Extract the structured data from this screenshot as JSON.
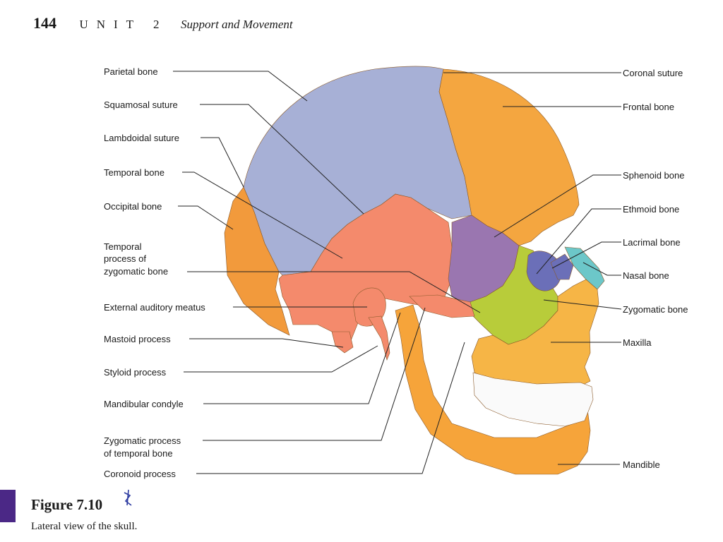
{
  "header": {
    "page_number": "144",
    "unit_label": "UNIT 2",
    "unit_title": "Support and Movement"
  },
  "labels_left": {
    "parietal_bone": "Parietal bone",
    "squamosal_suture": "Squamosal suture",
    "lambdoidal_suture": "Lambdoidal suture",
    "temporal_bone": "Temporal bone",
    "occipital_bone": "Occipital bone",
    "temporal_process_line1": "Temporal",
    "temporal_process_line2": "process of",
    "temporal_process_line3": "zygomatic bone",
    "external_auditory_meatus": "External auditory meatus",
    "mastoid_process": "Mastoid process",
    "styloid_process": "Styloid process",
    "mandibular_condyle": "Mandibular condyle",
    "zygomatic_process_line1": "Zygomatic process",
    "zygomatic_process_line2": "of temporal bone",
    "coronoid_process": "Coronoid process"
  },
  "labels_right": {
    "coronal_suture": "Coronal suture",
    "frontal_bone": "Frontal bone",
    "sphenoid_bone": "Sphenoid bone",
    "ethmoid_bone": "Ethmoid bone",
    "lacrimal_bone": "Lacrimal bone",
    "nasal_bone": "Nasal bone",
    "zygomatic_bone": "Zygomatic bone",
    "maxilla": "Maxilla",
    "mandible": "Mandible"
  },
  "figure": {
    "title": "Figure 7.10",
    "caption": "Lateral view of the skull."
  },
  "colors": {
    "parietal": "#a7b0d6",
    "frontal": "#f4a640",
    "occipital": "#f29a3c",
    "temporal": "#f48a6c",
    "sphenoid": "#9a76b0",
    "zygomatic": "#b8cc3a",
    "ethmoid": "#6b6fb8",
    "nasal": "#6cc7c9",
    "maxilla": "#f6b546",
    "mandible": "#f6a43a",
    "teeth": "#fafafa",
    "figure_tab": "#4b2886"
  },
  "icons": {
    "annotation_mark": "handwritten-pen-mark-icon"
  }
}
